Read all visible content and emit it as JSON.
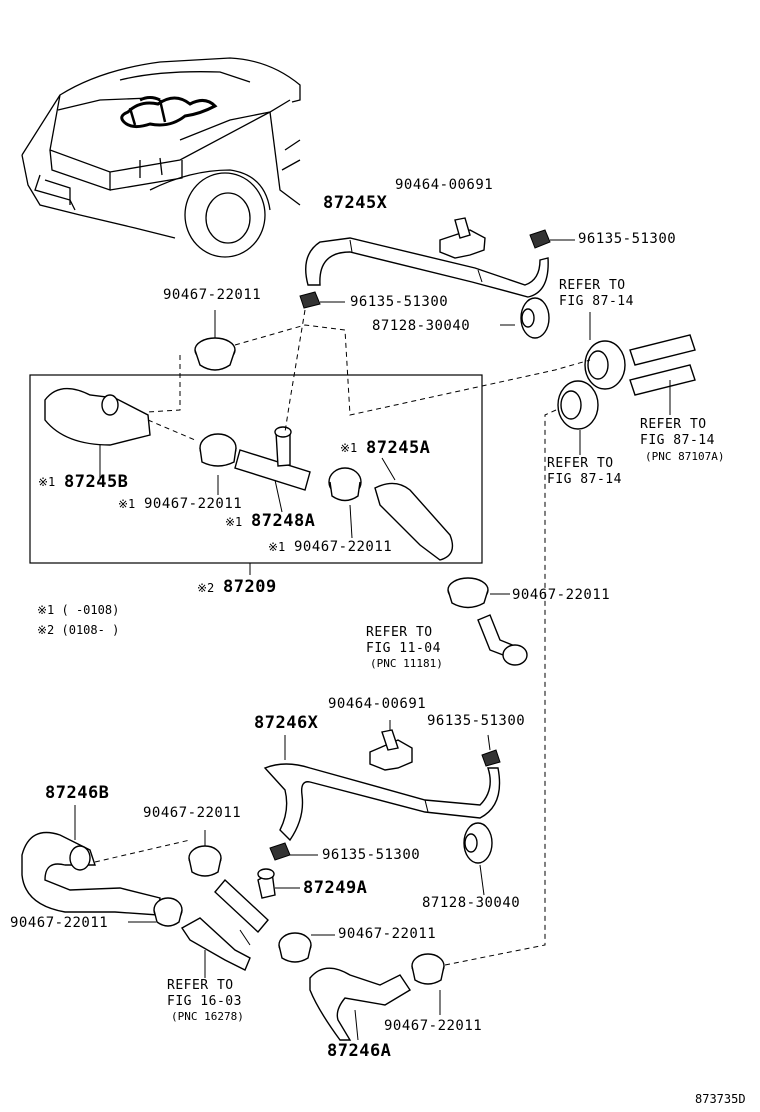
{
  "labels": {
    "hose_87245X": "87245X",
    "clamp_90464_top": "90464-00691",
    "clip_96135_top_right": "96135-51300",
    "clip_96135_top_mid": "96135-51300",
    "clamp_90467_top": "90467-22011",
    "grommet_87128_top": "87128-30040",
    "refer_87_14_a_line1": "REFER TO",
    "refer_87_14_a_line2": "FIG 87-14",
    "refer_87_14_b_line1": "REFER TO",
    "refer_87_14_b_line2": "FIG 87-14",
    "refer_87_14_b_line3": "(PNC 87107A)",
    "refer_87_14_c_line1": "REFER TO",
    "refer_87_14_c_line2": "FIG 87-14",
    "box_87245A": "87245A",
    "box_87245A_mark": "※1",
    "box_87245B": "87245B",
    "box_87245B_mark": "※1",
    "box_90467_a": "90467-22011",
    "box_90467_a_mark": "※1",
    "box_87248A": "87248A",
    "box_87248A_mark": "※1",
    "box_90467_b": "90467-22011",
    "box_90467_b_mark": "※1",
    "assy_87209": "87209",
    "assy_87209_mark": "※2",
    "note1": "※1 (      -0108)",
    "note2": "※2 (0108-      )",
    "clamp_90467_mid": "90467-22011",
    "refer_11_04_line1": "REFER TO",
    "refer_11_04_line2": "FIG 11-04",
    "refer_11_04_line3": "(PNC 11181)",
    "clamp_90464_bottom": "90464-00691",
    "clip_96135_bottom_right": "96135-51300",
    "hose_87246X": "87246X",
    "hose_87246B": "87246B",
    "clamp_90467_bottom_top": "90467-22011",
    "clip_96135_bottom_mid": "96135-51300",
    "pipe_87249A": "87249A",
    "grommet_87128_bottom": "87128-30040",
    "clamp_90467_bottom_left": "90467-22011",
    "clamp_90467_bottom_center": "90467-22011",
    "refer_16_03_line1": "REFER TO",
    "refer_16_03_line2": "FIG 16-03",
    "refer_16_03_line3": "(PNC 16278)",
    "clamp_90467_bottom_right": "90467-22011",
    "hose_87246A": "87246A",
    "figure_id": "873735D"
  }
}
